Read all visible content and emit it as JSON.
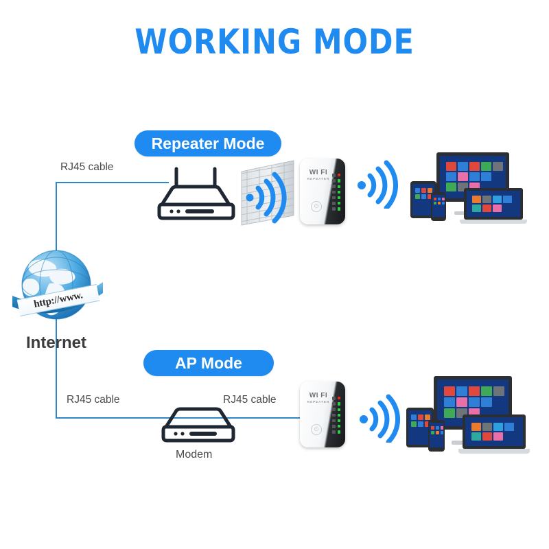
{
  "page": {
    "title": "WORKING MODE",
    "background": "#ffffff",
    "accent_blue": "#1f8bf0",
    "line_blue": "#2e86c8",
    "lineart_dark": "#1f2733"
  },
  "modes": [
    {
      "id": "repeater",
      "badge_label": "Repeater Mode"
    },
    {
      "id": "ap",
      "badge_label": "AP Mode"
    }
  ],
  "internet": {
    "label": "Internet",
    "url_band_text": "http://www.",
    "icon": "globe-icon"
  },
  "cables": {
    "top_label": "RJ45 cable",
    "bottom_left_label": "RJ45 cable",
    "bottom_right_label": "RJ45 cable"
  },
  "devices": {
    "router": {
      "name": "wifi-router-icon",
      "label": ""
    },
    "modem": {
      "name": "modem-icon",
      "label": "Modem"
    },
    "wall": {
      "name": "brick-wall-icon"
    },
    "repeater": {
      "brand_line1": "WI FI",
      "brand_line2": "REPEATER",
      "wifi_glyph": "wifi-icon",
      "button_glyph": "power-button-icon",
      "led_colors": [
        "#e02b20",
        "#2fcf4a",
        "#2fcf4a",
        "#2fcf4a",
        "#2fcf4a",
        "#2fcf4a",
        "#2fcf4a"
      ]
    },
    "client_cluster": {
      "name": "multi-device-cluster",
      "items": [
        "desktop-monitor",
        "tablet",
        "smartphone",
        "laptop"
      ],
      "screen_color": "#14387f",
      "tile_colors_monitor": [
        "#e0483c",
        "#2f7fd6",
        "#e0483c",
        "#3faa55",
        "#6f7478",
        "#2f7fd6",
        "#e86fa8",
        "#2f7fd6",
        "#2f7fd6",
        "",
        "#3faa55",
        "#6f7478",
        "#e86fa8",
        "",
        ""
      ],
      "tile_colors_laptop": [
        "#e87b2e",
        "#6f7478",
        "#2f9fe0",
        "#2f7fd6",
        "#2fa8a0",
        "#e0483c",
        "#e86fa8",
        ""
      ],
      "tile_colors_tablet": [
        "#2f7fd6",
        "#e0483c",
        "#e87b2e",
        "#3faa55",
        "#2f7fd6",
        "#e0483c"
      ]
    }
  },
  "signals": {
    "repeater_out": {
      "name": "wifi-signal-icon",
      "color": "#1f8bf0",
      "bars": 3
    },
    "through_wall": {
      "name": "wifi-signal-icon",
      "color": "#1f8bf0",
      "bars": 3
    },
    "ap_out": {
      "name": "wifi-signal-icon",
      "color": "#1f8bf0",
      "bars": 3
    }
  }
}
